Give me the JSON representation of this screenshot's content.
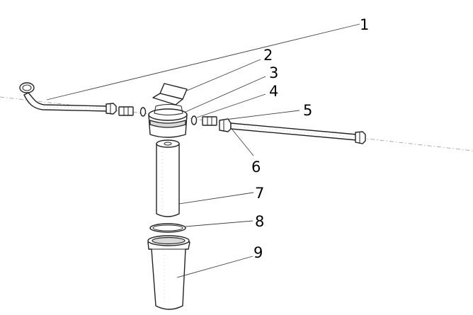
{
  "diagram": {
    "type": "exploded-assembly",
    "callouts": [
      {
        "id": "1",
        "label": "1"
      },
      {
        "id": "2",
        "label": "2"
      },
      {
        "id": "3",
        "label": "3"
      },
      {
        "id": "4",
        "label": "4"
      },
      {
        "id": "5",
        "label": "5"
      },
      {
        "id": "6",
        "label": "6"
      },
      {
        "id": "7",
        "label": "7"
      },
      {
        "id": "8",
        "label": "8"
      },
      {
        "id": "9",
        "label": "9"
      }
    ]
  },
  "colors": {
    "line": "#222222",
    "shade": "#d9d9d9",
    "background": "#ffffff"
  }
}
